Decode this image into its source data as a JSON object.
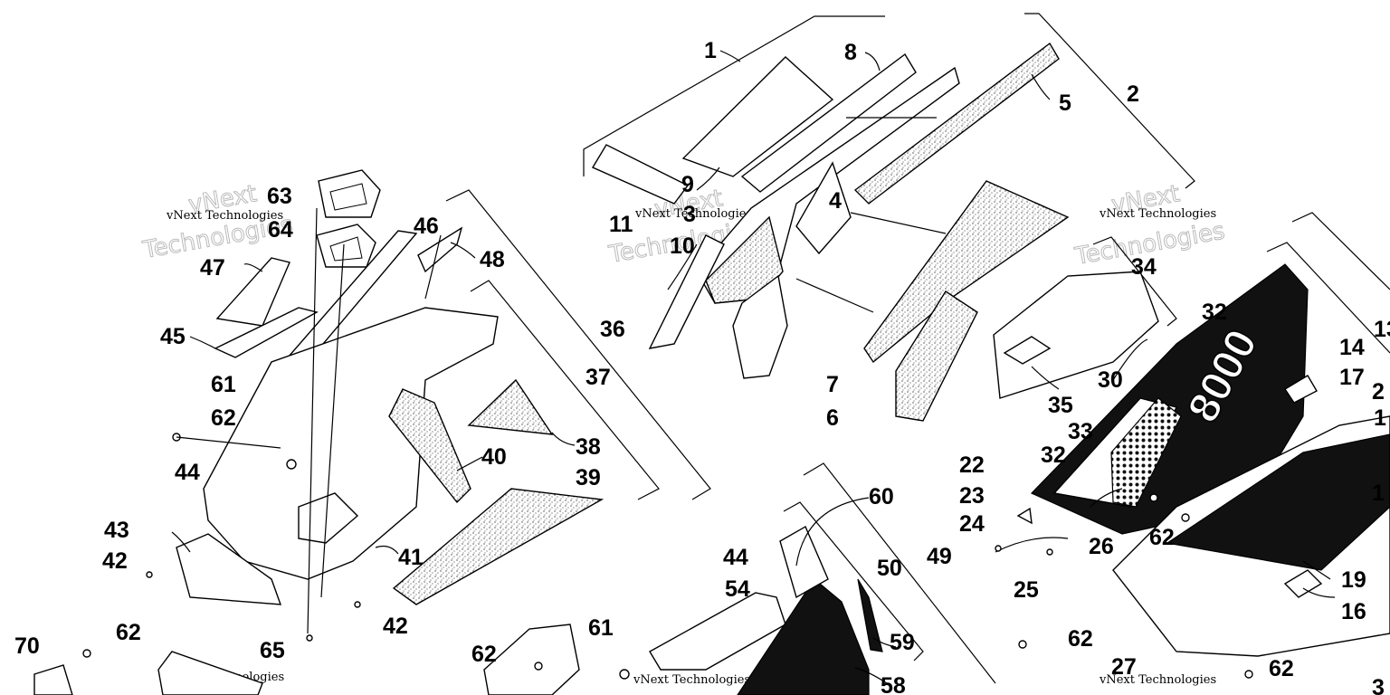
{
  "diagram": {
    "watermark_text": "vNext Technologies",
    "callouts": [
      {
        "id": "c1",
        "label": "1"
      },
      {
        "id": "c2",
        "label": "2"
      },
      {
        "id": "c3",
        "label": "3"
      },
      {
        "id": "c4",
        "label": "4"
      },
      {
        "id": "c5",
        "label": "5"
      },
      {
        "id": "c6",
        "label": "6"
      },
      {
        "id": "c7",
        "label": "7"
      },
      {
        "id": "c8",
        "label": "8"
      },
      {
        "id": "c9",
        "label": "9"
      },
      {
        "id": "c10",
        "label": "10"
      },
      {
        "id": "c11",
        "label": "11"
      },
      {
        "id": "c13",
        "label": "13"
      },
      {
        "id": "c14",
        "label": "14"
      },
      {
        "id": "c16",
        "label": "16"
      },
      {
        "id": "c17",
        "label": "17"
      },
      {
        "id": "c19",
        "label": "19"
      },
      {
        "id": "c22",
        "label": "22"
      },
      {
        "id": "c23",
        "label": "23"
      },
      {
        "id": "c24",
        "label": "24"
      },
      {
        "id": "c25",
        "label": "25"
      },
      {
        "id": "c26",
        "label": "26"
      },
      {
        "id": "c27",
        "label": "27"
      },
      {
        "id": "c30",
        "label": "30"
      },
      {
        "id": "c32a",
        "label": "32"
      },
      {
        "id": "c32b",
        "label": "32"
      },
      {
        "id": "c33",
        "label": "33"
      },
      {
        "id": "c34",
        "label": "34"
      },
      {
        "id": "c35",
        "label": "35"
      },
      {
        "id": "c36",
        "label": "36"
      },
      {
        "id": "c37",
        "label": "37"
      },
      {
        "id": "c38",
        "label": "38"
      },
      {
        "id": "c39",
        "label": "39"
      },
      {
        "id": "c40",
        "label": "40"
      },
      {
        "id": "c41",
        "label": "41"
      },
      {
        "id": "c42a",
        "label": "42"
      },
      {
        "id": "c42b",
        "label": "42"
      },
      {
        "id": "c43",
        "label": "43"
      },
      {
        "id": "c44a",
        "label": "44"
      },
      {
        "id": "c44b",
        "label": "44"
      },
      {
        "id": "c45",
        "label": "45"
      },
      {
        "id": "c46",
        "label": "46"
      },
      {
        "id": "c47",
        "label": "47"
      },
      {
        "id": "c48",
        "label": "48"
      },
      {
        "id": "c49",
        "label": "49"
      },
      {
        "id": "c50",
        "label": "50"
      },
      {
        "id": "c54",
        "label": "54"
      },
      {
        "id": "c58",
        "label": "58"
      },
      {
        "id": "c59",
        "label": "59"
      },
      {
        "id": "c60",
        "label": "60"
      },
      {
        "id": "c61a",
        "label": "61"
      },
      {
        "id": "c61b",
        "label": "61"
      },
      {
        "id": "c62a",
        "label": "62"
      },
      {
        "id": "c62b",
        "label": "62"
      },
      {
        "id": "c62c",
        "label": "62"
      },
      {
        "id": "c62d",
        "label": "62"
      },
      {
        "id": "c62e",
        "label": "62"
      },
      {
        "id": "c62f",
        "label": "62"
      },
      {
        "id": "c63",
        "label": "63"
      },
      {
        "id": "c64",
        "label": "64"
      },
      {
        "id": "c65",
        "label": "65"
      },
      {
        "id": "c70",
        "label": "70"
      },
      {
        "id": "c2b",
        "label": "2"
      },
      {
        "id": "c1b",
        "label": "1"
      },
      {
        "id": "c1c",
        "label": "1"
      },
      {
        "id": "c3b",
        "label": "3"
      }
    ],
    "panel_logo_text": "8000"
  }
}
